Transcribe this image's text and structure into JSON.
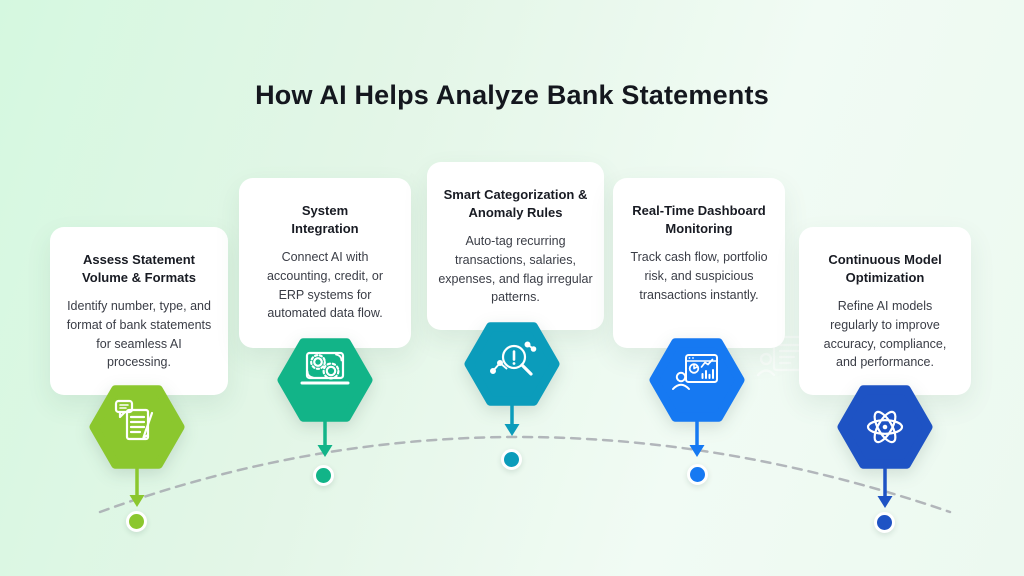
{
  "title": "How AI Helps Analyze Bank Statements",
  "background": {
    "gradient_start": "#d5f8e0",
    "gradient_end": "#ecf9f0"
  },
  "connector": {
    "color": "#a3a5ac",
    "style": "dashed-arc"
  },
  "steps": [
    {
      "title": "Assess Statement Volume & Formats",
      "description": "Identify number, type, and format of bank statements for seamless AI processing.",
      "color": "#8bc72e",
      "icon": "statement-review-icon"
    },
    {
      "title": "System Integration",
      "description": "Connect AI with accounting, credit, or ERP systems for automated data flow.",
      "color": "#12b488",
      "icon": "laptop-gears-icon"
    },
    {
      "title": "Smart Categorization & Anomaly Rules",
      "description": "Auto-tag recurring transactions, salaries, expenses, and flag irregular patterns.",
      "color": "#0b9cbb",
      "icon": "anomaly-search-icon"
    },
    {
      "title": "Real-Time Dashboard Monitoring",
      "description": "Track cash flow, portfolio risk, and suspicious transactions instantly.",
      "color": "#1679f2",
      "icon": "dashboard-presenter-icon"
    },
    {
      "title": "Continuous Model Optimization",
      "description": "Refine AI models regularly to improve accuracy, compliance, and performance.",
      "color": "#1e53c4",
      "icon": "atom-icon"
    }
  ]
}
